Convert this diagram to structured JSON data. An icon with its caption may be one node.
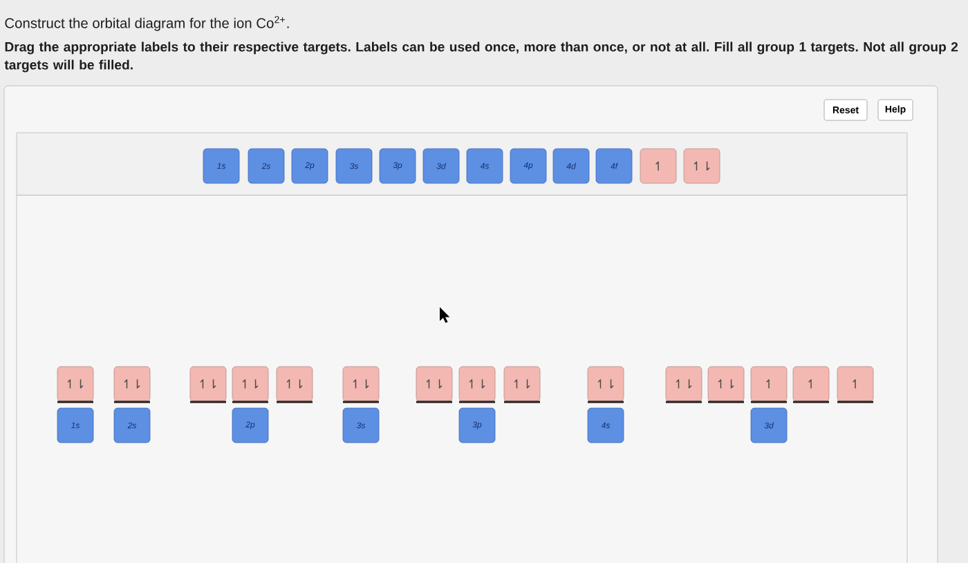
{
  "diagram": {
    "nodes": [
      {
        "text": [
          "Reset"
        ]
      },
      {
        "text": [
          "Help"
        ]
      },
      {
        "text": [
          "1s"
        ]
      },
      {
        "text": [
          "2s"
        ]
      },
      {
        "text": [
          "2p"
        ]
      },
      {
        "text": [
          "3s"
        ]
      },
      {
        "text": [
          "3p"
        ]
      },
      {
        "text": [
          "3d"
        ]
      },
      {
        "text": [
          "4s"
        ]
      },
      {
        "text": [
          "4p"
        ]
      },
      {
        "text": [
          "4d"
        ]
      },
      {
        "text": [
          "4f"
        ]
      },
      {
        "text": [
          "↿"
        ]
      },
      {
        "text": [
          "↿⇂"
        ]
      },
      {
        "text": [
          "↿⇂"
        ]
      },
      {
        "text": [
          "↿⇂"
        ]
      },
      {
        "text": [
          "↿⇂"
        ]
      },
      {
        "text": [
          "↿⇂"
        ]
      },
      {
        "text": [
          "↿⇂"
        ]
      },
      {
        "text": [
          "↿⇂"
        ]
      },
      {
        "text": [
          "↿⇂"
        ]
      },
      {
        "text": [
          "↿⇂"
        ]
      },
      {
        "text": [
          "↿⇂"
        ]
      },
      {
        "text": [
          "↿⇂"
        ]
      },
      {
        "text": [
          "↿⇂"
        ]
      },
      {
        "text": [
          "↿⇂"
        ]
      },
      {
        "text": [
          "↿"
        ]
      },
      {
        "text": [
          "↿"
        ]
      },
      {
        "text": [
          "↿"
        ]
      },
      {
        "text": [
          "1s"
        ]
      },
      {
        "text": [
          "2s"
        ]
      },
      {
        "text": [
          "2p"
        ]
      },
      {
        "text": [
          "3s"
        ]
      },
      {
        "text": [
          "3p"
        ]
      },
      {
        "text": [
          "4s"
        ]
      },
      {
        "text": [
          "3d"
        ]
      }
    ],
    "labels": [
      "Construct the orbital diagram for the ion Co$^{2+}$.",
      "Drag the appropriate labels to their respective targets. Labels can be used once, more than once, or not at all. Fill all group 1 targets. Not all group 2 targets will be filled."
    ]
  }
}
